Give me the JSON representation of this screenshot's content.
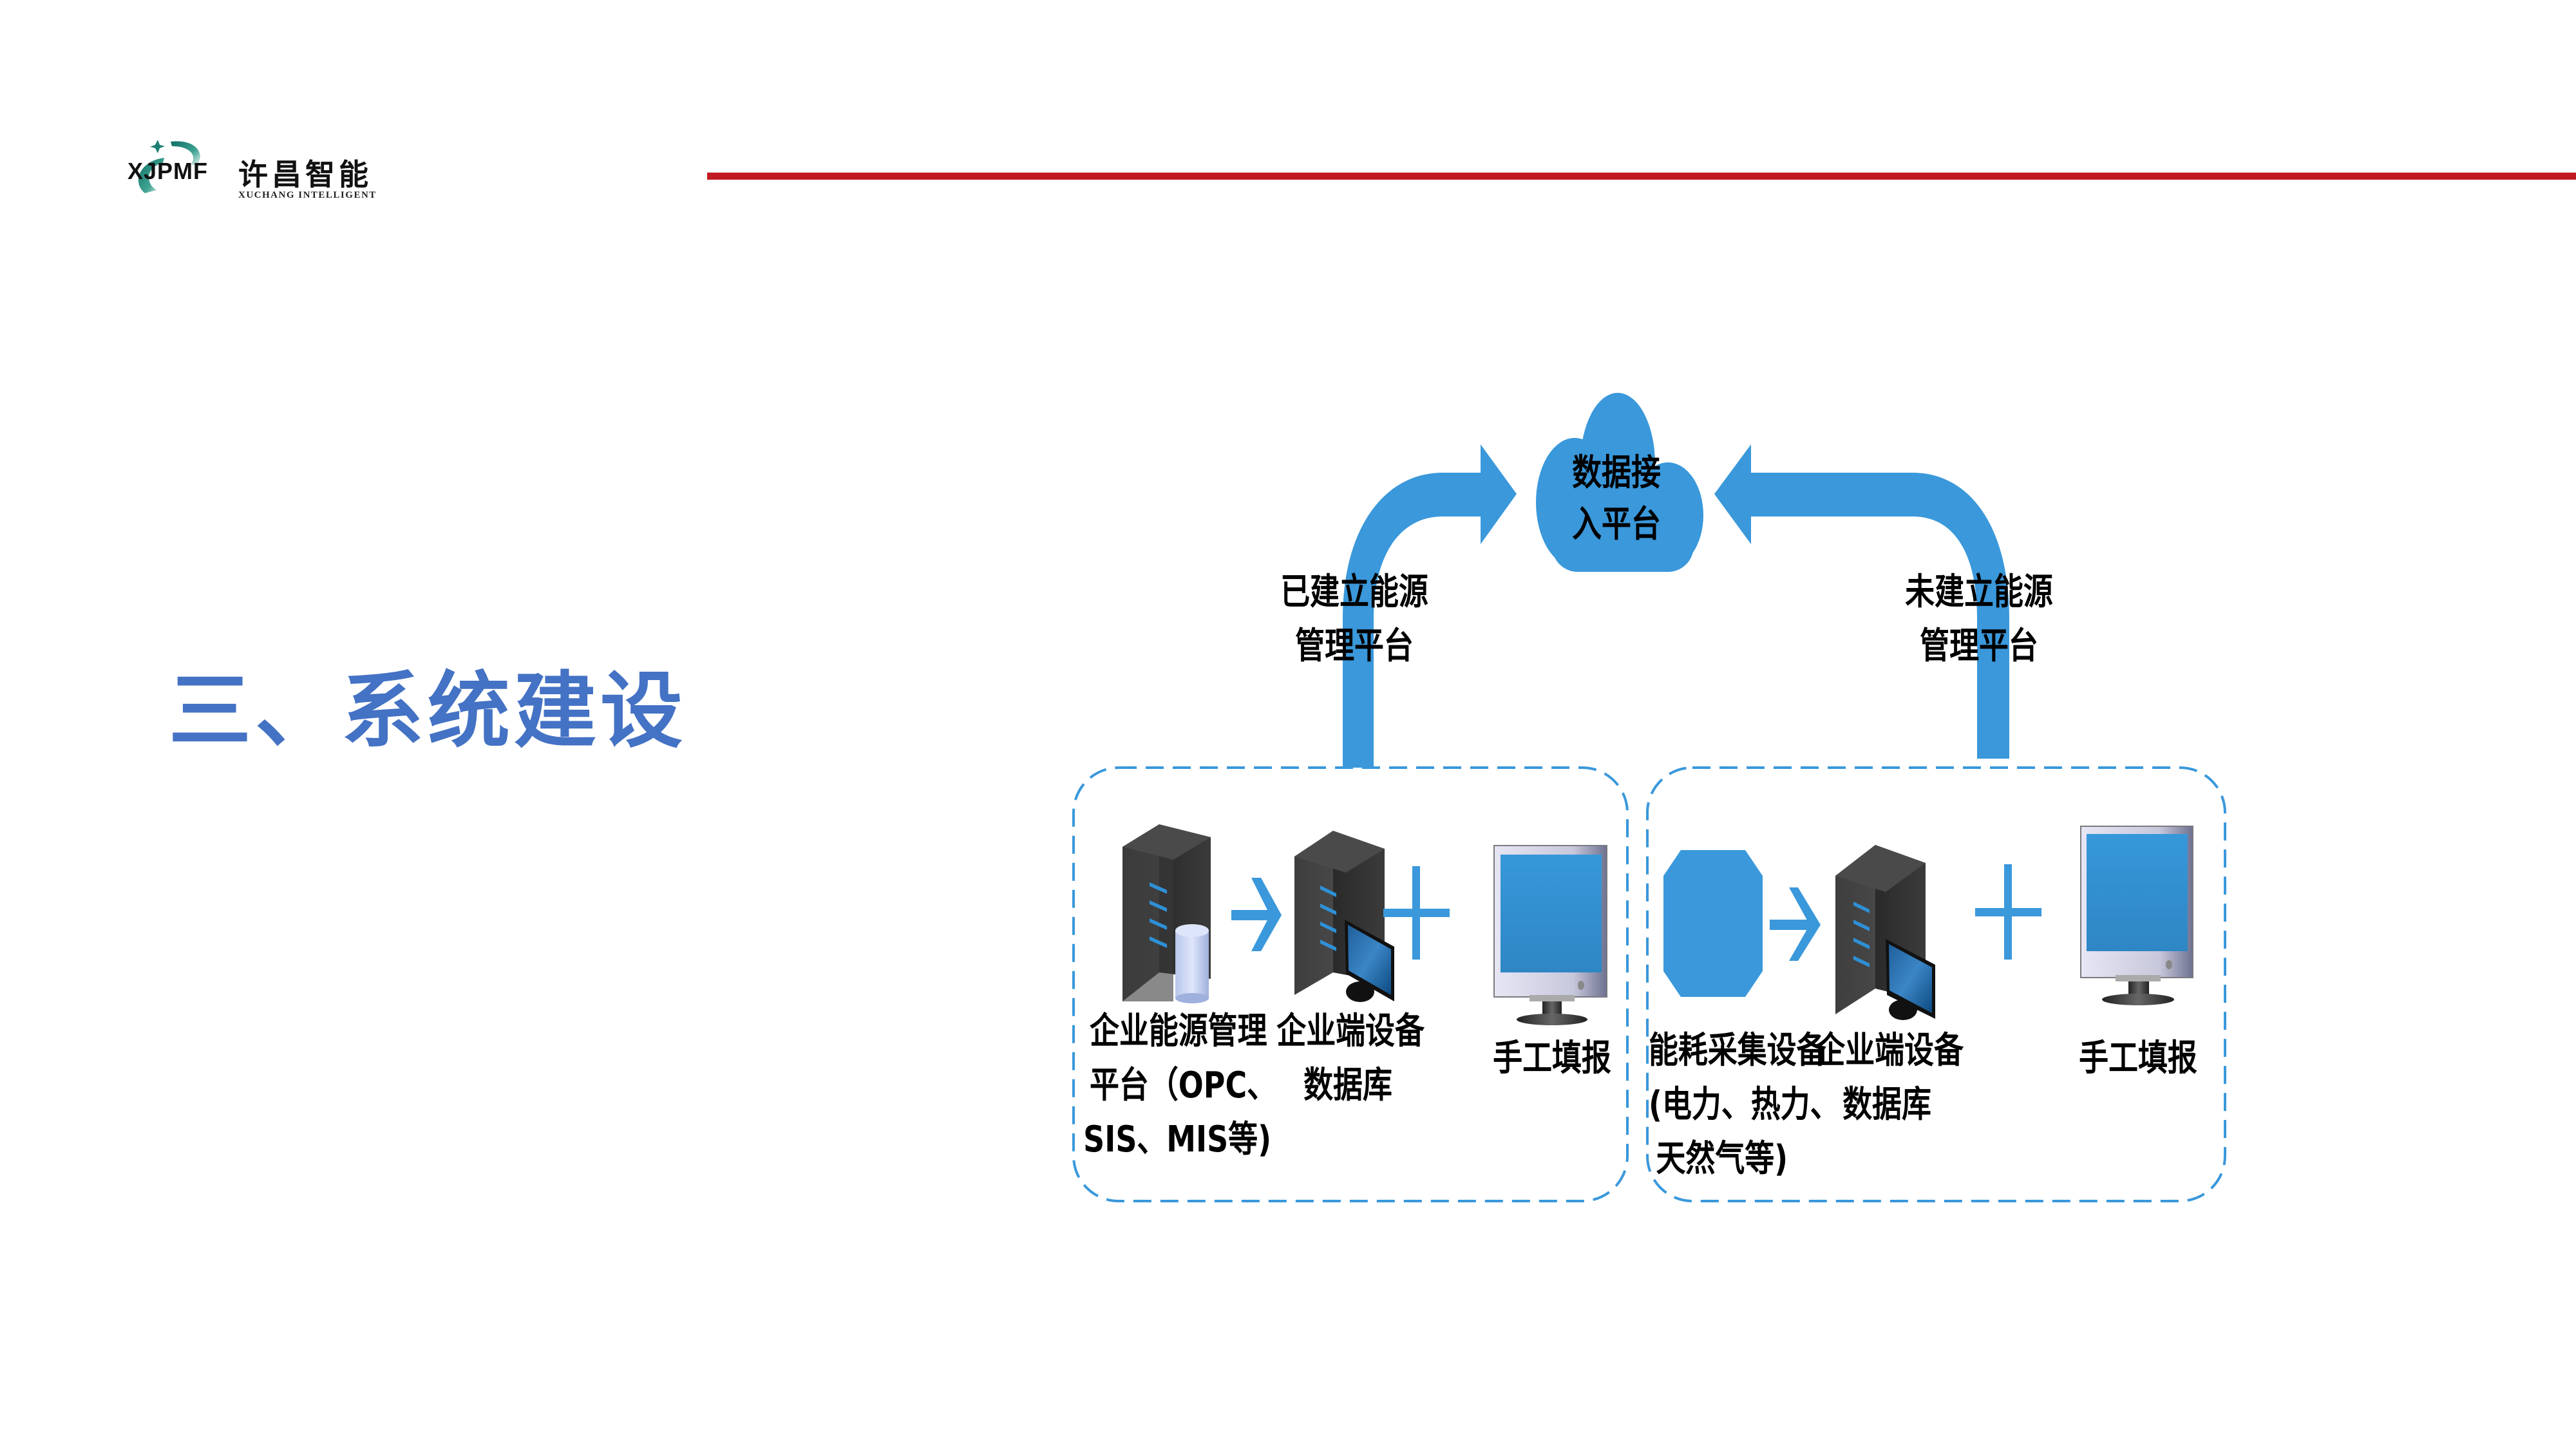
{
  "header": {
    "logo": {
      "mark": "XJPMF",
      "name_cn": "许昌智能",
      "name_en": "XUCHANG INTELLIGENT",
      "icon": "swoosh-logo-icon"
    },
    "rule_color": "#C11A22"
  },
  "section": {
    "title": "三、系统建设",
    "title_color": "#4472C4"
  },
  "diagram": {
    "accent_color": "#3A98DB",
    "cloud": {
      "icon": "cloud-icon",
      "line1": "数据接",
      "line2": "入平台"
    },
    "left_path": {
      "line1": "已建立能源",
      "line2": "管理平台"
    },
    "right_path": {
      "line1": "未建立能源",
      "line2": "管理平台"
    },
    "left_group": {
      "items": [
        {
          "icon": "server-database-icon",
          "lines": [
            "企业能源管理",
            "平台（OPC、",
            "SIS、MIS等)"
          ]
        },
        {
          "icon": "server-monitor-icon",
          "lines": [
            "企业端设备",
            "数据库"
          ]
        },
        {
          "icon": "monitor-icon",
          "lines": [
            "手工填报"
          ]
        }
      ],
      "connectors": [
        "arrow-right-icon",
        "plus-icon"
      ]
    },
    "right_group": {
      "items": [
        {
          "icon": "octagon-device-icon",
          "lines": [
            "能耗采集设备",
            "(电力、热力、",
            "天然气等)"
          ]
        },
        {
          "icon": "server-monitor-icon",
          "lines": [
            "企业端设备",
            "数据库"
          ]
        },
        {
          "icon": "monitor-icon",
          "lines": [
            "手工填报"
          ]
        }
      ],
      "connectors": [
        "arrow-right-icon",
        "plus-icon"
      ]
    }
  }
}
